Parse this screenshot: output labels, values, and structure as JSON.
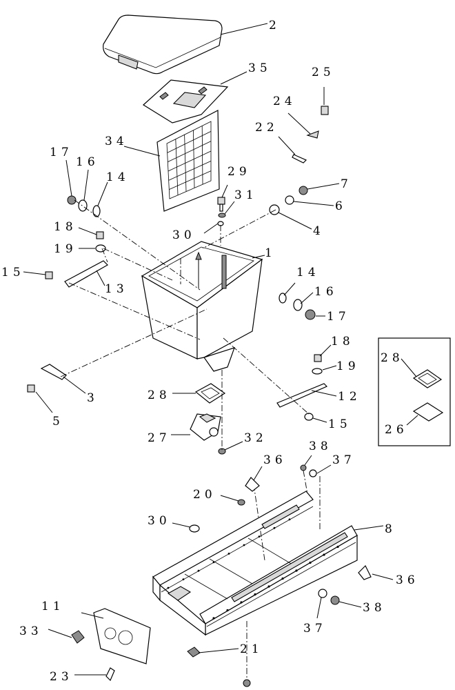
{
  "callouts": {
    "c2": "2",
    "c35": "35",
    "c25": "25",
    "c24": "24",
    "c22": "22",
    "c34": "34",
    "c17a": "17",
    "c16a": "16",
    "c14a": "14",
    "c29": "29",
    "c31": "31",
    "c7": "7",
    "c6": "6",
    "c4": "4",
    "c30a": "30",
    "c18a": "18",
    "c19a": "19",
    "c1": "1",
    "c15a": "15",
    "c13": "13",
    "c14b": "14",
    "c16b": "16",
    "c17b": "17",
    "c18b": "18",
    "c19b": "19",
    "c3": "3",
    "c28a": "28",
    "c12": "12",
    "c5": "5",
    "c15b": "15",
    "c27": "27",
    "c32": "32",
    "c28b": "28",
    "c26": "26",
    "c38a": "38",
    "c37a": "37",
    "c36a": "36",
    "c20": "20",
    "c8": "8",
    "c30b": "30",
    "c36b": "36",
    "c11": "11",
    "c38b": "38",
    "c33": "33",
    "c37b": "37",
    "c21": "21",
    "c23": "23"
  }
}
